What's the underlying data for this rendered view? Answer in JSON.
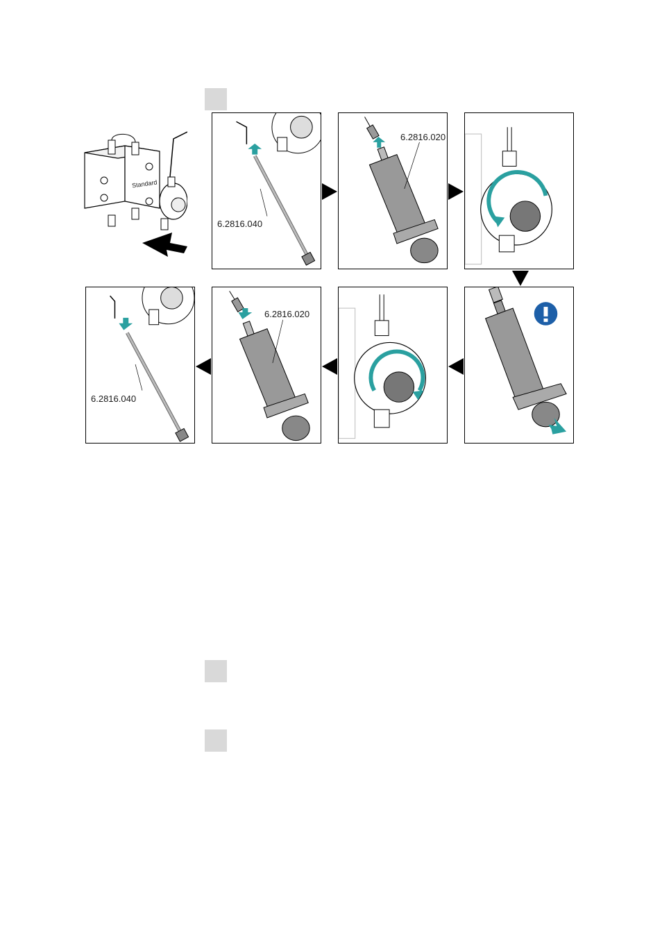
{
  "steps": {
    "step1_marker": "",
    "step2_marker": "",
    "step3_marker": ""
  },
  "overview": {
    "valve_label": "Standard"
  },
  "parts": {
    "capillary": "6.2816.040",
    "syringe": "6.2816.020"
  },
  "icons": {
    "attention": "exclamation-icon",
    "accent_color": "#2aa0a0",
    "attention_color": "#1d5fa8"
  }
}
